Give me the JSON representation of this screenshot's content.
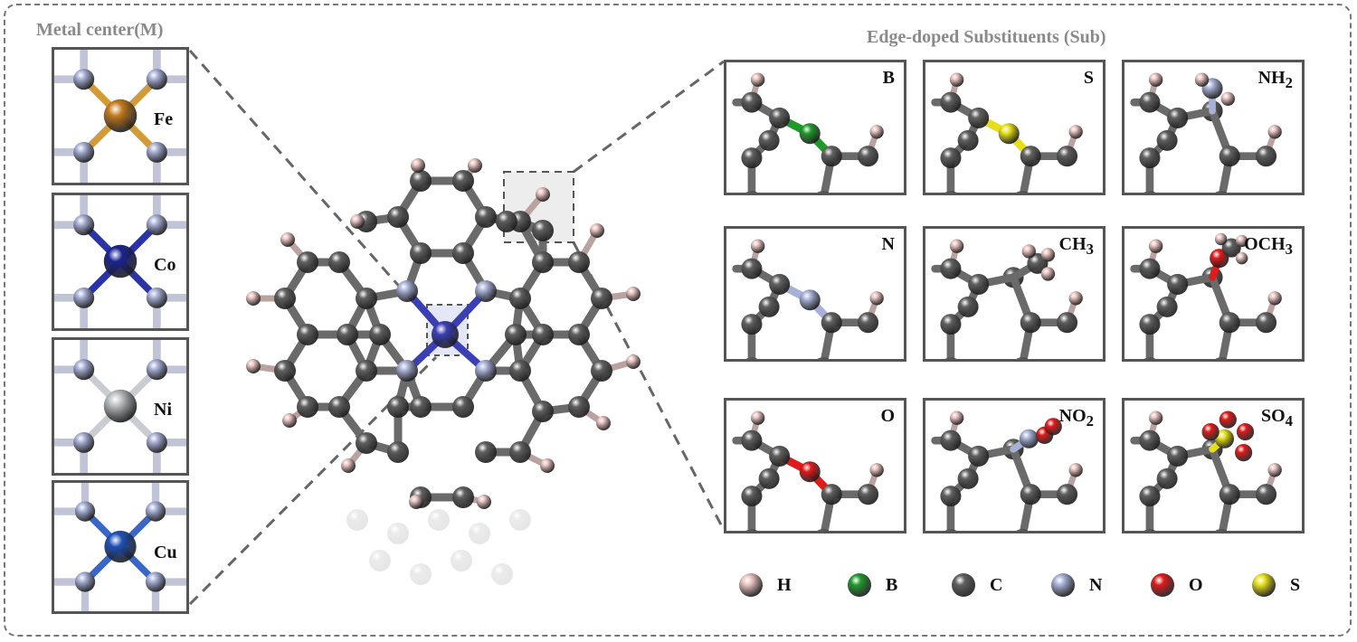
{
  "titles": {
    "metal_center": "Metal center(M)",
    "substituents": "Edge-doped Substituents (Sub)"
  },
  "metal_panels": [
    {
      "label": "Fe",
      "color": "#c27a1f",
      "bond": "#d39a3a"
    },
    {
      "label": "Co",
      "color": "#1a2390",
      "bond": "#2a33a8"
    },
    {
      "label": "Ni",
      "color": "#b9bcbf",
      "bond": "#c9ccd0"
    },
    {
      "label": "Cu",
      "color": "#1f4fb5",
      "bond": "#3a66c6"
    }
  ],
  "sub_panels": [
    {
      "html": "B",
      "dopant": "B"
    },
    {
      "html": "S",
      "dopant": "S"
    },
    {
      "html": "NH<sub>2</sub>",
      "dopant": "NH2"
    },
    {
      "html": "N",
      "dopant": "N"
    },
    {
      "html": "CH<sub>3</sub>",
      "dopant": "CH3"
    },
    {
      "html": "OCH<sub>3</sub>",
      "dopant": "OCH3"
    },
    {
      "html": "O",
      "dopant": "O"
    },
    {
      "html": "NO<sub>2</sub>",
      "dopant": "NO2"
    },
    {
      "html": "SO<sub>4</sub>",
      "dopant": "SO4"
    }
  ],
  "legend": [
    {
      "label": "H",
      "color": "#e8c2bf"
    },
    {
      "label": "B",
      "color": "#1f9a2a"
    },
    {
      "label": "C",
      "color": "#606060"
    },
    {
      "label": "N",
      "color": "#a7b0d6"
    },
    {
      "label": "O",
      "color": "#e01a1a"
    },
    {
      "label": "S",
      "color": "#e6e01a"
    }
  ],
  "colors": {
    "H": "#e8c2bf",
    "B": "#1f9a2a",
    "C": "#606060",
    "N": "#a7b0d6",
    "O": "#e01a1a",
    "S": "#e6e01a",
    "center": "#3b3fb5"
  }
}
